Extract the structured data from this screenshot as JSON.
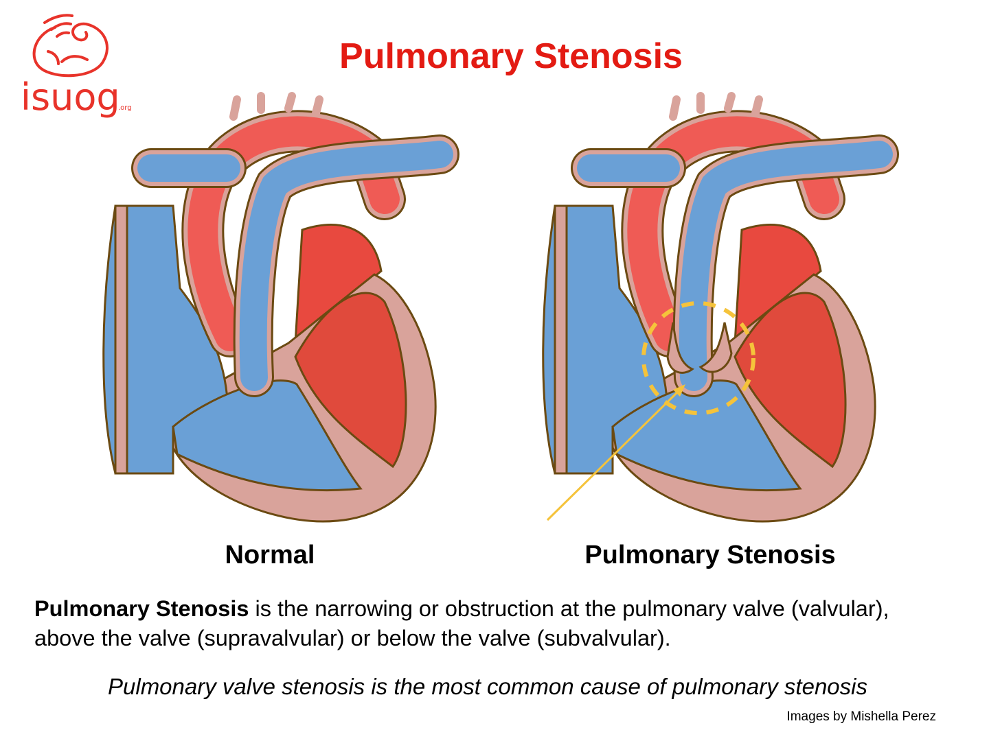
{
  "logo": {
    "text": "isuog",
    "suffix": ".org"
  },
  "title": "Pulmonary Stenosis",
  "captions": {
    "normal": "Normal",
    "stenosis": "Pulmonary Stenosis"
  },
  "description": {
    "term": "Pulmonary Stenosis",
    "text": " is the narrowing or obstruction at the pulmonary valve (valvular), above the valve (supravalvular) or below the valve (subvalvular)."
  },
  "note": "Pulmonary valve stenosis is the most common cause of pulmonary stenosis",
  "credit": "Images by Mishella Perez",
  "colors": {
    "title": "#e31b13",
    "oxygenated": "#e8493f",
    "deoxygenated": "#6aa0d6",
    "wall": "#d9a39b",
    "outline": "#6b4a12",
    "highlight": "#f5c33b"
  }
}
